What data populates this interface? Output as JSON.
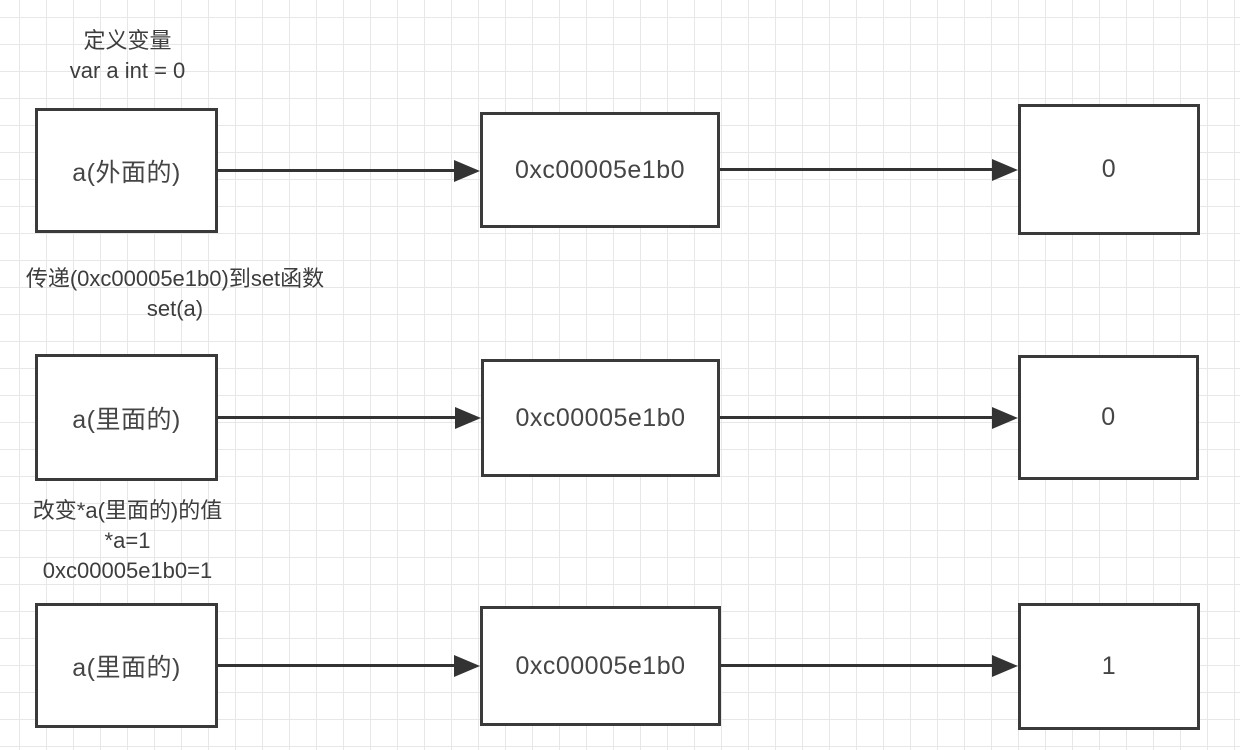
{
  "colors": {
    "background": "#ffffff",
    "grid_line": "#e7e7e7",
    "box_border": "#3a3a3a",
    "box_fill": "#ffffff",
    "caption_text": "#3d3d3d",
    "box_text": "#454545",
    "arrow": "#333333"
  },
  "rows": [
    {
      "caption_lines": [
        "定义变量",
        "var a int = 0"
      ],
      "boxes": [
        {
          "label": "a(外面的)"
        },
        {
          "label": "0xc00005e1b0"
        },
        {
          "label": "0"
        }
      ]
    },
    {
      "caption_lines": [
        "传递(0xc00005e1b0)到set函数",
        "set(a)"
      ],
      "boxes": [
        {
          "label": "a(里面的)"
        },
        {
          "label": "0xc00005e1b0"
        },
        {
          "label": "0"
        }
      ]
    },
    {
      "caption_lines": [
        "改变*a(里面的)的值",
        "*a=1",
        "0xc00005e1b0=1"
      ],
      "boxes": [
        {
          "label": "a(里面的)"
        },
        {
          "label": "0xc00005e1b0"
        },
        {
          "label": "1"
        }
      ]
    }
  ]
}
